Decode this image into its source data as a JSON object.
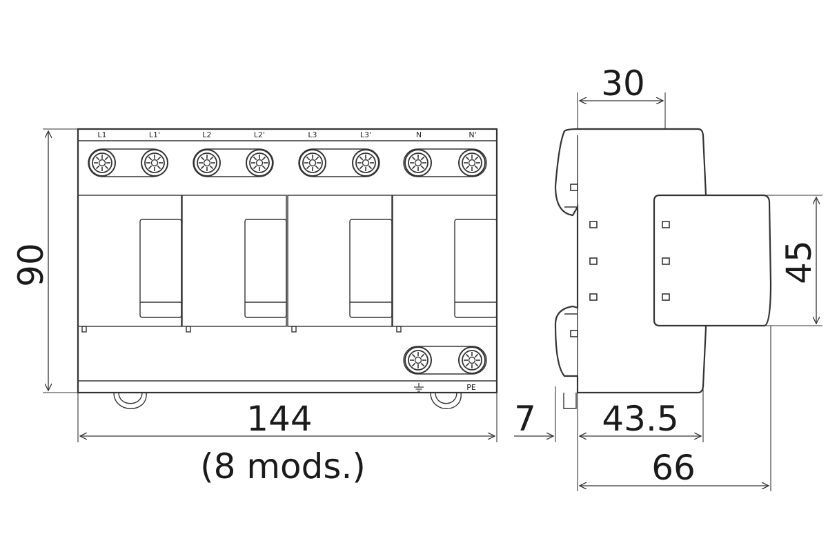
{
  "terminals_top": [
    "L1",
    "L1'",
    "L2",
    "L2'",
    "L3",
    "L3'",
    "N",
    "N'"
  ],
  "terminal_pe": "PE",
  "dimensions": {
    "height": "90",
    "width": "144",
    "width_note": "(8 mods.)",
    "depth_top": "30",
    "module_height": "45",
    "rail_offset": "7",
    "depth_mid": "43.5",
    "depth_total": "66"
  },
  "icons": {
    "ground": "ground-icon",
    "screw": "screw-terminal-icon"
  }
}
